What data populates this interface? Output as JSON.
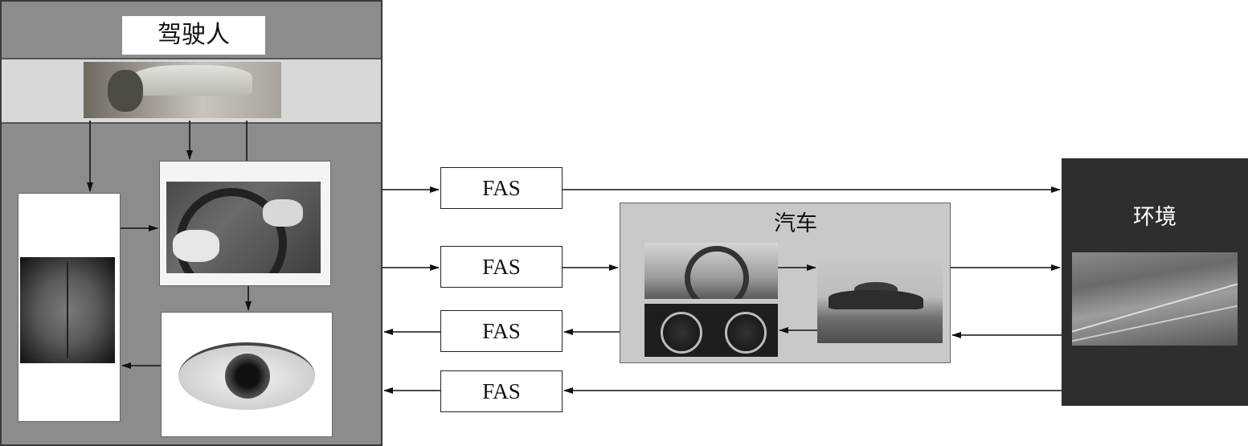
{
  "driver": {
    "title": "驾驶人"
  },
  "fas": {
    "labels": [
      "FAS",
      "FAS",
      "FAS",
      "FAS"
    ]
  },
  "car": {
    "title": "汽车"
  },
  "environment": {
    "title": "环境"
  },
  "icons": {
    "driver_photo": "driver-at-wheel-photo",
    "brain": "brain-photo",
    "hands": "hands-on-steering-wheel-photo",
    "eye": "eye-photo",
    "dashboard": "car-dashboard-photo",
    "gauges": "instrument-cluster-photo",
    "car": "car-photo",
    "highway": "highway-traffic-photo"
  }
}
